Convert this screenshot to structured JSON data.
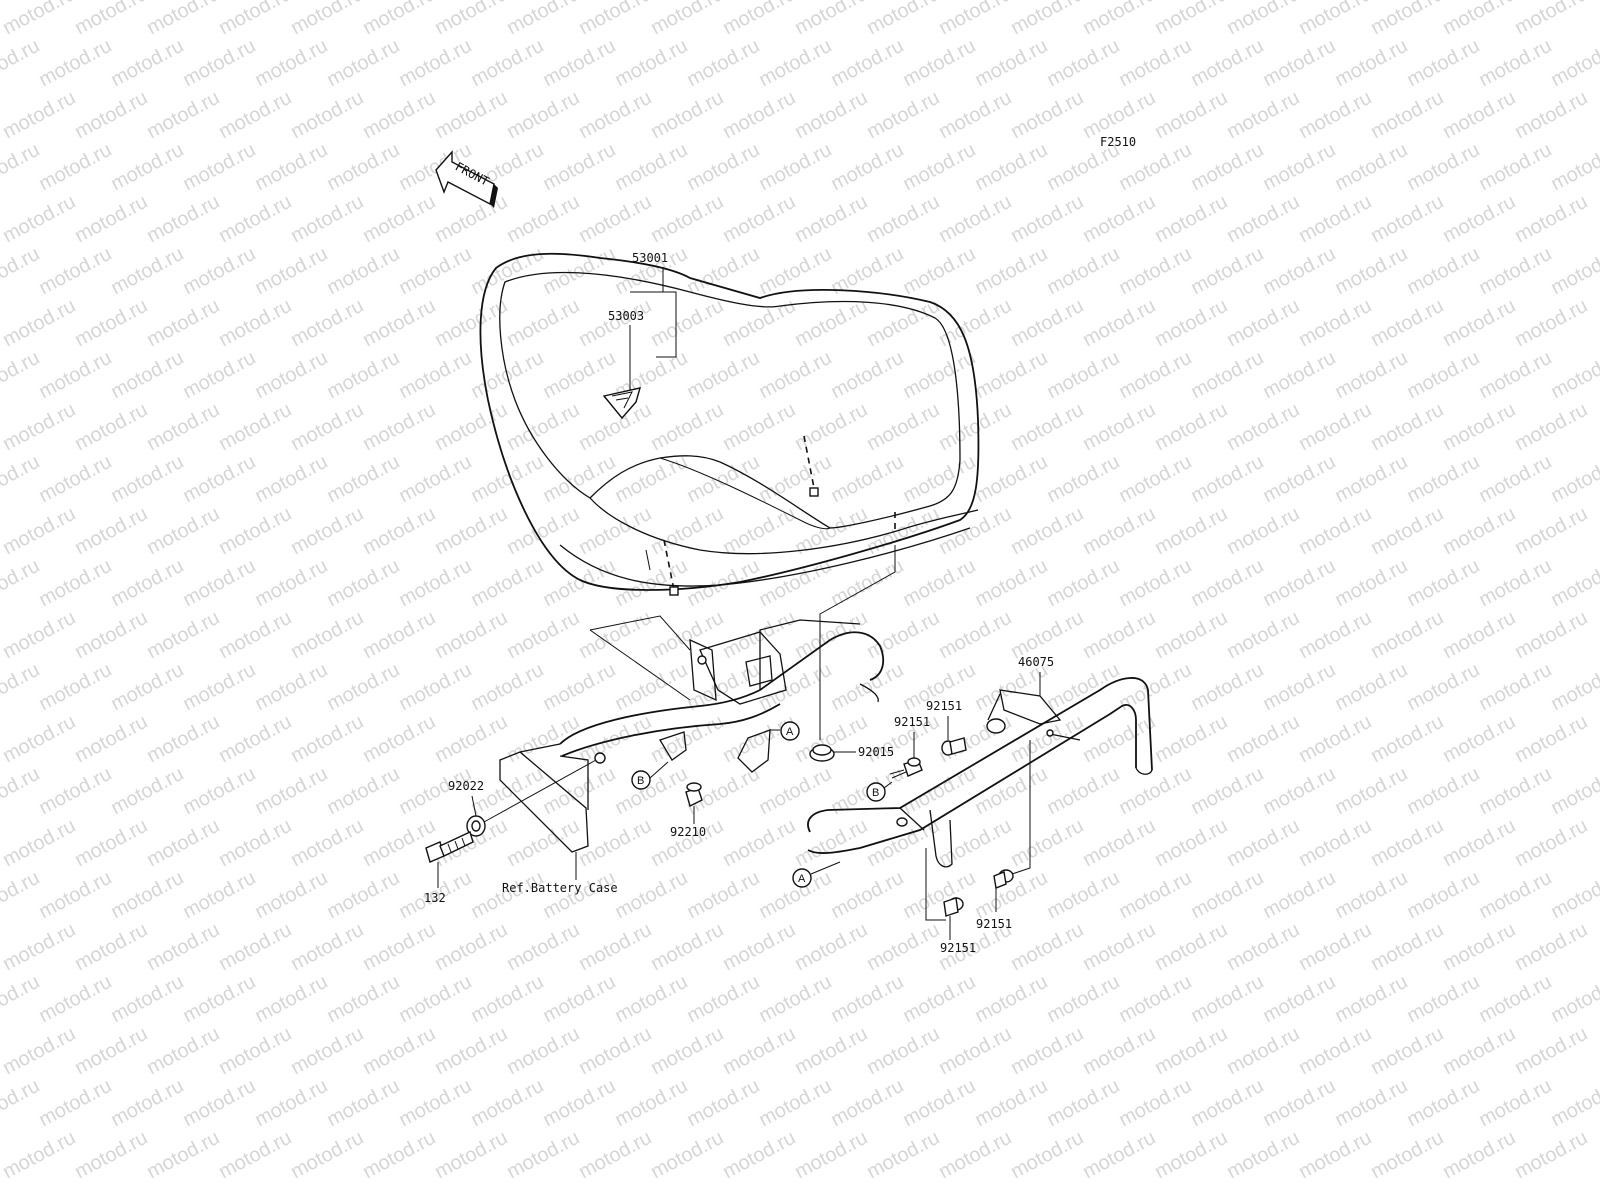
{
  "watermark": "motod.ru",
  "figure_code": "F2510",
  "front_arrow_label": "FRONT",
  "parts": {
    "seat": "53001",
    "seat_label": "53003",
    "grab_rail": "46075",
    "nut": "92015",
    "washer": "92022",
    "bolt": "132",
    "cap_nut": "92210",
    "bolt_a": "92151",
    "bolt_b": "92151",
    "bolt_c": "92151",
    "bolt_d": "92151"
  },
  "reference_note": "Ref.Battery Case",
  "markers": {
    "a": "A",
    "b": "B"
  }
}
